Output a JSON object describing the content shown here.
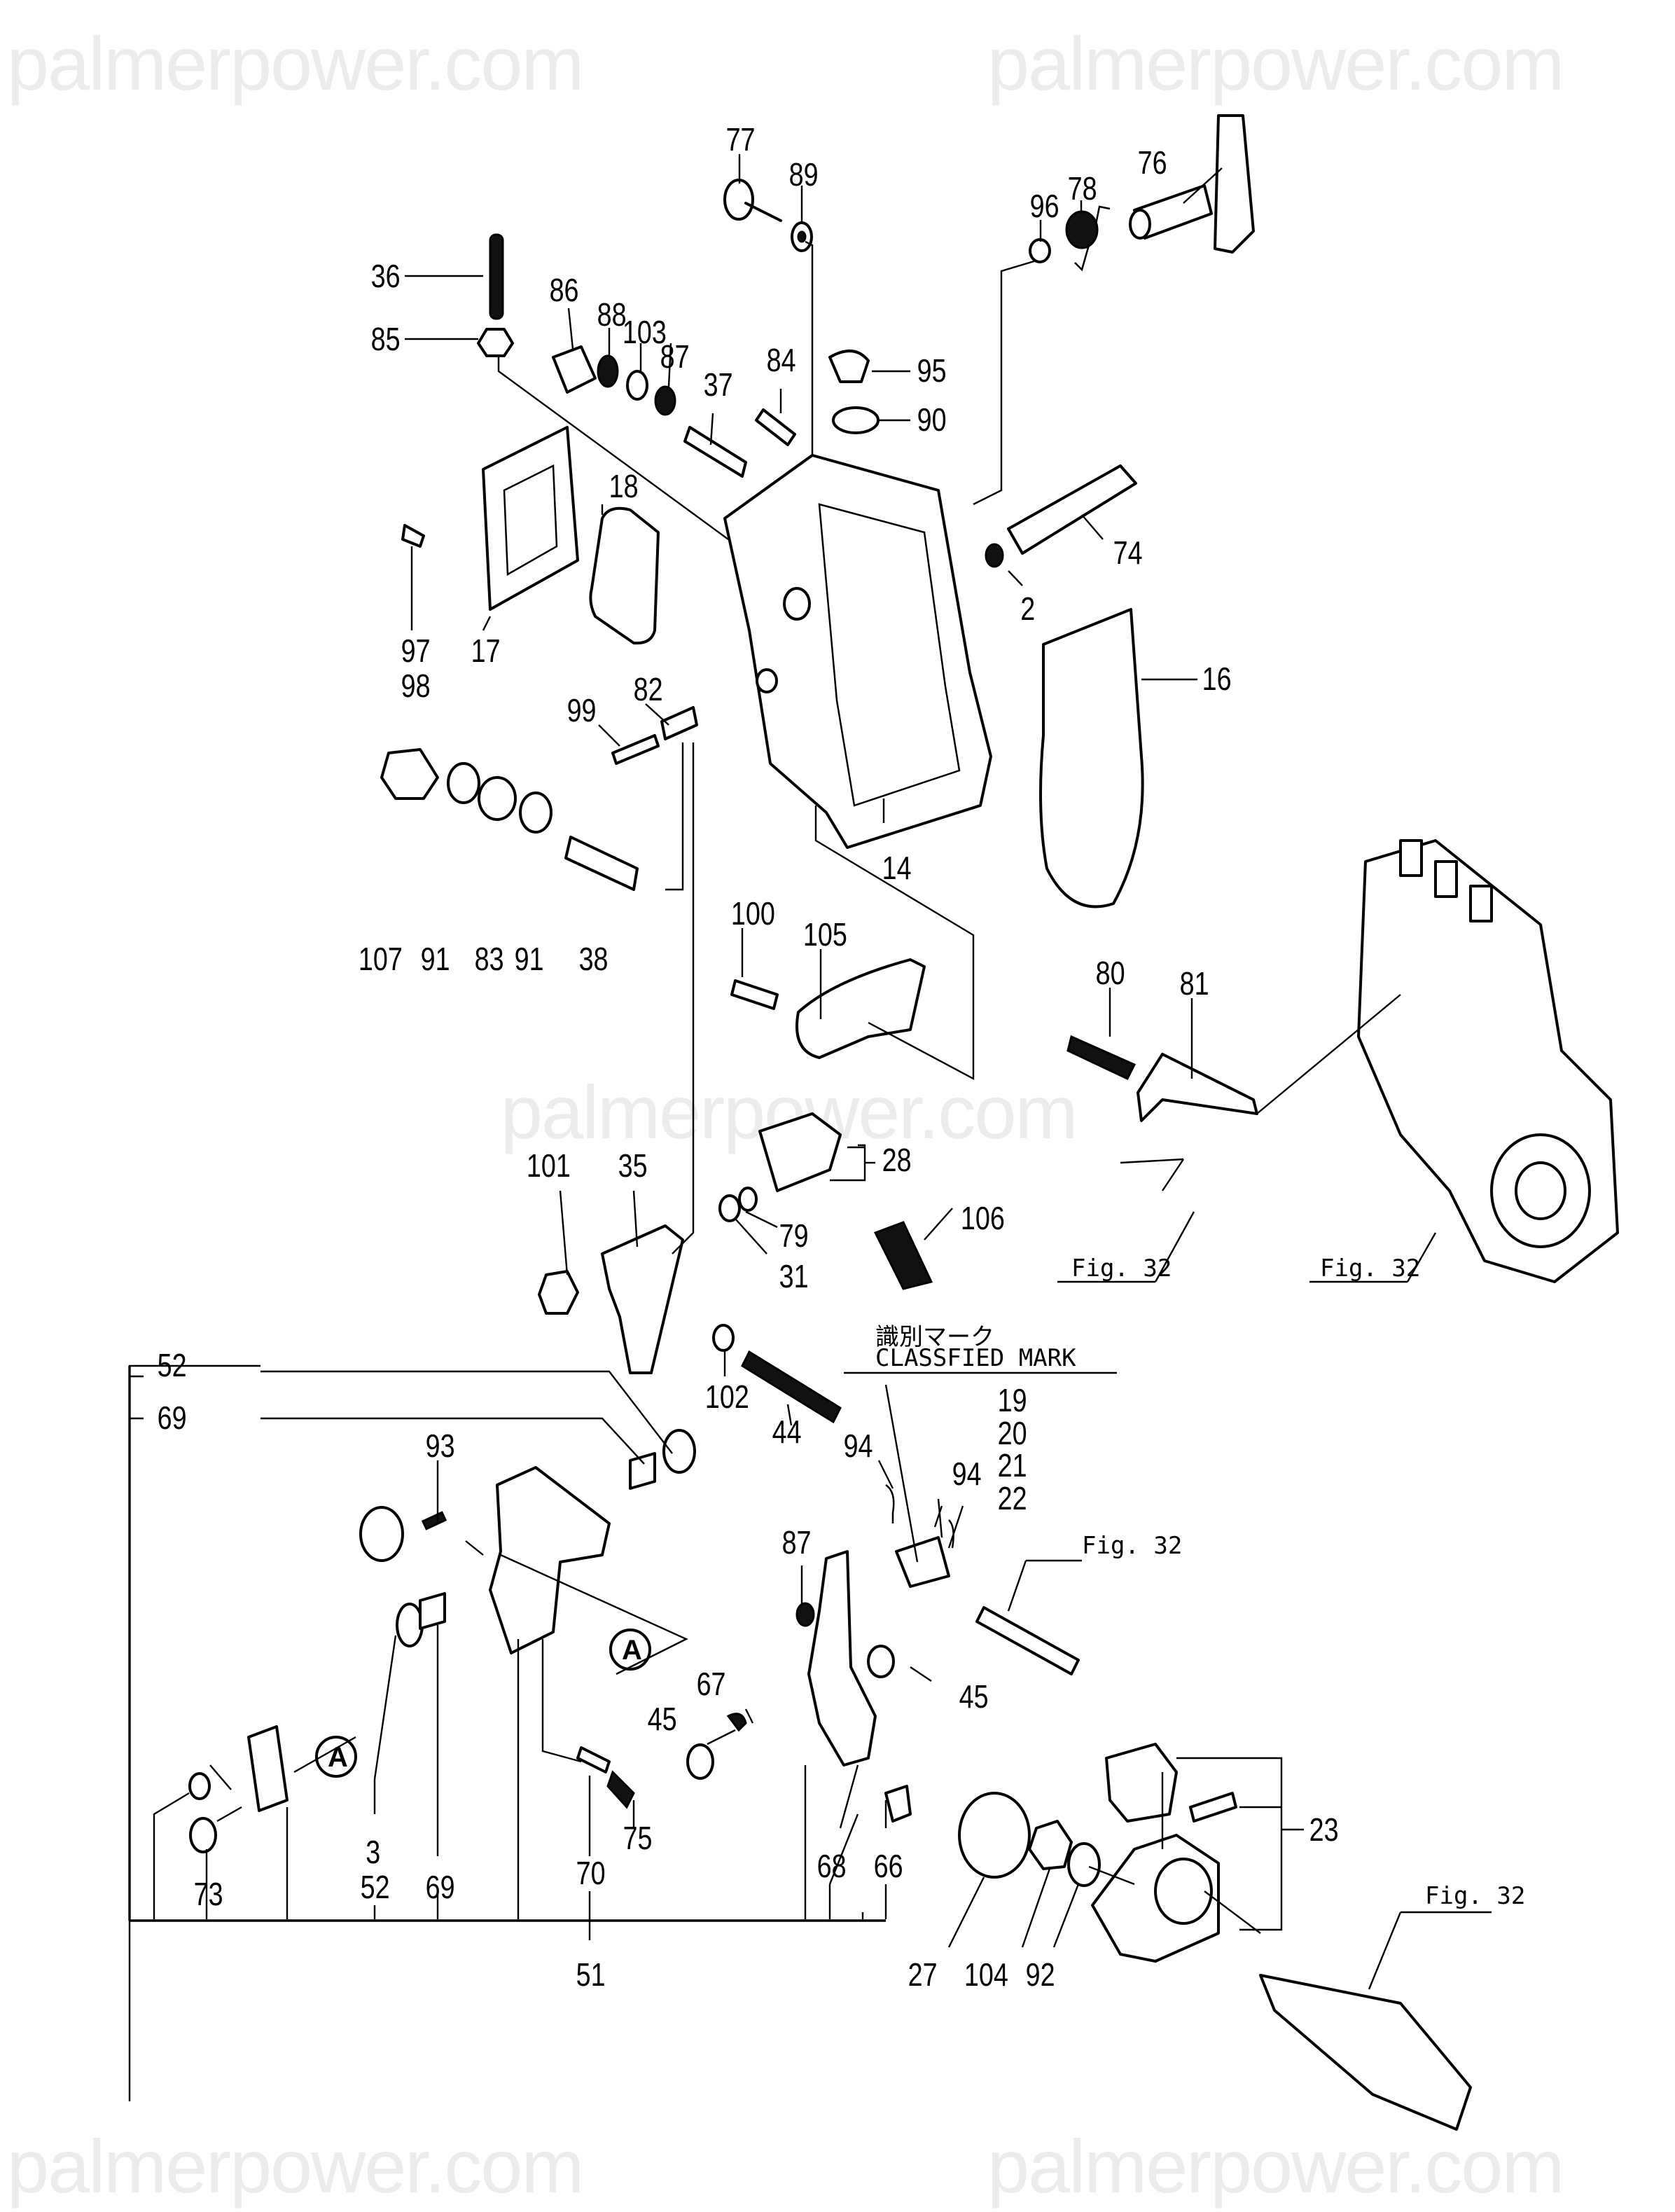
{
  "watermark": "palmerpower.com",
  "classified_mark": {
    "japanese": "識別マーク",
    "english": "CLASSFIED MARK"
  },
  "figure_ref": "Fig. 32",
  "assembly_marker": "A",
  "callouts": {
    "p77": "77",
    "p89": "89",
    "p76": "76",
    "p78": "78",
    "p96": "96",
    "p36": "36",
    "p85": "85",
    "p86": "86",
    "p88": "88",
    "p103": "103",
    "p87a": "87",
    "p37": "37",
    "p84": "84",
    "p95": "95",
    "p90": "90",
    "p74": "74",
    "p2": "2",
    "p18": "18",
    "p17": "17",
    "p97": "97",
    "p98": "98",
    "p16": "16",
    "p82": "82",
    "p99": "99",
    "p14": "14",
    "p107": "107",
    "p91a": "91",
    "p83": "83",
    "p91b": "91",
    "p38": "38",
    "p100": "100",
    "p105": "105",
    "p80": "80",
    "p81": "81",
    "p28": "28",
    "p101": "101",
    "p35": "35",
    "p79": "79",
    "p31": "31",
    "p106": "106",
    "p102": "102",
    "p44": "44",
    "p52a": "52",
    "p69a": "69",
    "p93": "93",
    "p94a": "94",
    "p94b": "94",
    "p19": "19",
    "p20": "20",
    "p21": "21",
    "p22": "22",
    "p87b": "87",
    "p45a": "45",
    "p45b": "45",
    "p67": "67",
    "p3": "3",
    "p52b": "52",
    "p69b": "69",
    "p70": "70",
    "p75": "75",
    "p73": "73",
    "p68": "68",
    "p66": "66",
    "p51": "51",
    "p23": "23",
    "p27": "27",
    "p104": "104",
    "p92": "92"
  }
}
